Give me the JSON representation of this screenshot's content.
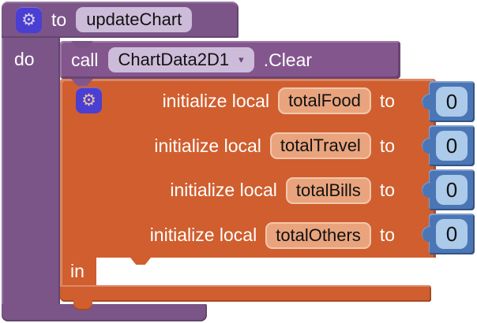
{
  "colors": {
    "procedure_purple": "#7b5588",
    "call_purple": "#84568e",
    "field_lavender": "#cdbcd9",
    "local_orange": "#d05e2e",
    "name_pill_orange": "#e9a47e",
    "number_blue": "#4a76b6",
    "number_field_blue": "#accae9",
    "mutator_indigo": "#4a3fd2"
  },
  "icons": {
    "gear": "⚙",
    "dropdown": "▾"
  },
  "procedure_block": {
    "to_label": "to",
    "name": "updateChart",
    "do_label": "do"
  },
  "call_block": {
    "call_label": "call",
    "component": "ChartData2D1",
    "method": ".Clear"
  },
  "local_block": {
    "init_label": "initialize local",
    "to_label": "to",
    "in_label": "in",
    "locals": [
      {
        "name": "totalFood",
        "value": "0"
      },
      {
        "name": "totalTravel",
        "value": "0"
      },
      {
        "name": "totalBills",
        "value": "0"
      },
      {
        "name": "totalOthers",
        "value": "0"
      }
    ]
  }
}
